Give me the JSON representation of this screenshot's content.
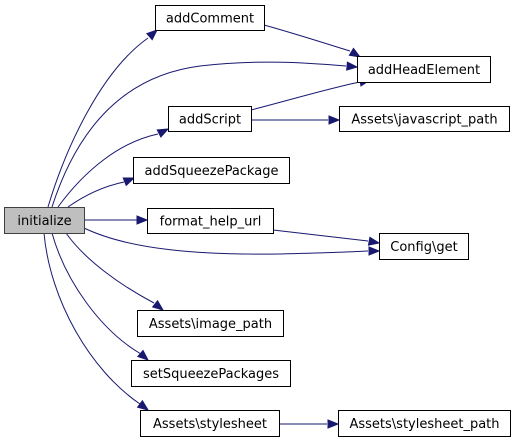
{
  "diagram": {
    "type": "call-graph",
    "colors": {
      "edge": "#191970",
      "root_fill": "#bfbfbf",
      "node_fill": "#ffffff",
      "node_border": "#000000"
    },
    "nodes": [
      {
        "id": "initialize",
        "label": "initialize",
        "root": true
      },
      {
        "id": "addComment",
        "label": "addComment"
      },
      {
        "id": "addHeadElement",
        "label": "addHeadElement"
      },
      {
        "id": "addScript",
        "label": "addScript"
      },
      {
        "id": "js_path",
        "label": "Assets\\javascript_path"
      },
      {
        "id": "addSqueezePackage",
        "label": "addSqueezePackage"
      },
      {
        "id": "format_help_url",
        "label": "format_help_url"
      },
      {
        "id": "config_get",
        "label": "Config\\get"
      },
      {
        "id": "image_path",
        "label": "Assets\\image_path"
      },
      {
        "id": "setSqueezePackages",
        "label": "setSqueezePackages"
      },
      {
        "id": "stylesheet",
        "label": "Assets\\stylesheet"
      },
      {
        "id": "stylesheet_path",
        "label": "Assets\\stylesheet_path"
      }
    ],
    "edges": [
      {
        "from": "initialize",
        "to": "addComment"
      },
      {
        "from": "initialize",
        "to": "addHeadElement"
      },
      {
        "from": "initialize",
        "to": "addScript"
      },
      {
        "from": "initialize",
        "to": "addSqueezePackage"
      },
      {
        "from": "initialize",
        "to": "format_help_url"
      },
      {
        "from": "initialize",
        "to": "config_get"
      },
      {
        "from": "initialize",
        "to": "image_path"
      },
      {
        "from": "initialize",
        "to": "setSqueezePackages"
      },
      {
        "from": "initialize",
        "to": "stylesheet"
      },
      {
        "from": "addComment",
        "to": "addHeadElement"
      },
      {
        "from": "addScript",
        "to": "addHeadElement"
      },
      {
        "from": "addScript",
        "to": "js_path"
      },
      {
        "from": "format_help_url",
        "to": "config_get"
      },
      {
        "from": "stylesheet",
        "to": "stylesheet_path"
      }
    ]
  }
}
